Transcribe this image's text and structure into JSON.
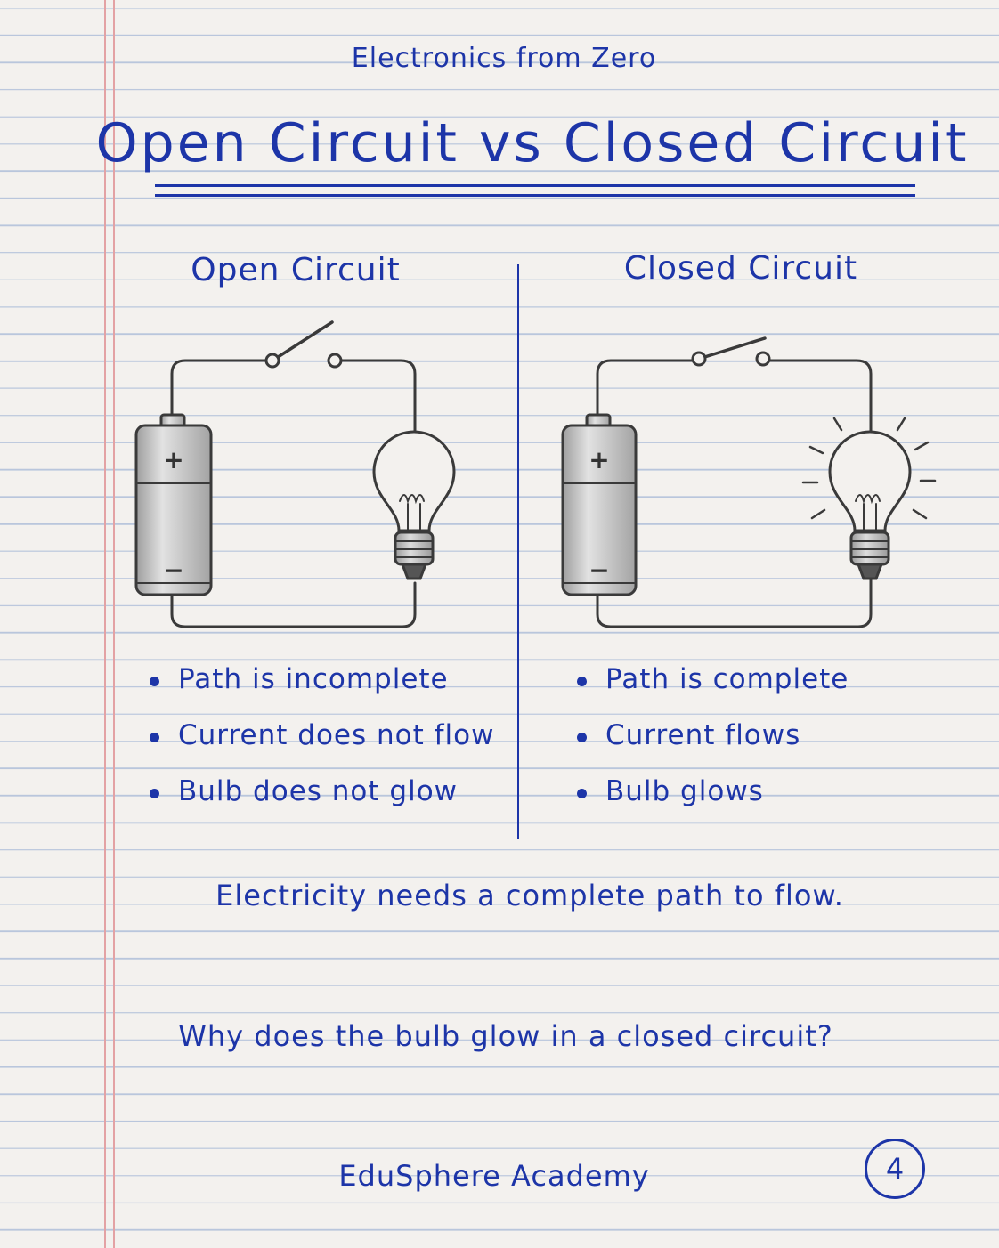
{
  "header": {
    "course": "Electronics from Zero",
    "title": "Open Circuit vs Closed Circuit"
  },
  "open": {
    "heading": "Open Circuit",
    "bullets": [
      "Path is incomplete",
      "Current does not flow",
      "Bulb does not glow"
    ]
  },
  "closed": {
    "heading": "Closed Circuit",
    "bullets": [
      "Path is complete",
      "Current flows",
      "Bulb glows"
    ]
  },
  "takeaway": "Electricity needs a complete path to flow.",
  "question": "Why does the bulb glow in a closed circuit?",
  "footer": {
    "brand": "EduSphere Academy",
    "page_number": "4"
  },
  "battery": {
    "plus": "+",
    "minus": "−"
  },
  "colors": {
    "ink": "#1d35a8",
    "paper": "#f3f1ee",
    "rule": "#b9c6dc",
    "margin": "#e3a2a4",
    "pencil": "#3a3a3a"
  },
  "icons": [
    "battery-icon",
    "switch-icon",
    "light-bulb-icon",
    "glow-rays-icon"
  ]
}
